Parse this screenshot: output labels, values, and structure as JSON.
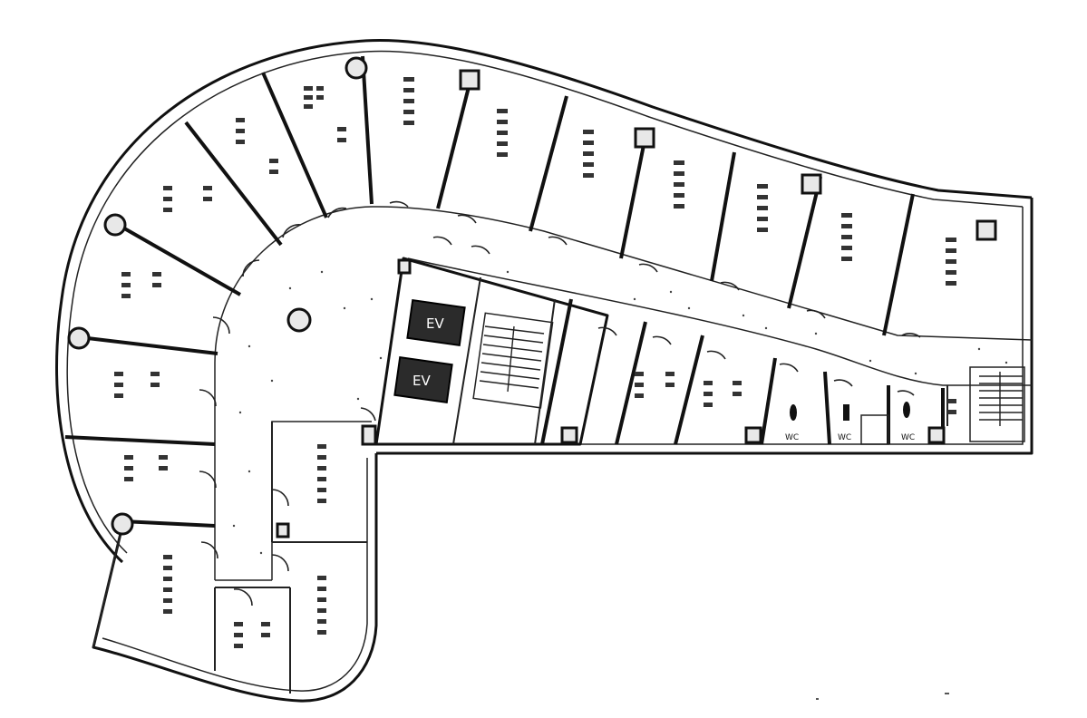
{
  "elevators": [
    {
      "label": "EV"
    },
    {
      "label": "EV"
    }
  ],
  "restrooms": [
    {
      "label": "WC",
      "icon": "female-icon"
    },
    {
      "label": "WC",
      "icon": "male-icon"
    },
    {
      "label": "WC",
      "icon": "accessible-icon"
    }
  ],
  "colors": {
    "wall": "#111111",
    "elevator_fill": "#2b2b2b",
    "background": "#ffffff"
  }
}
